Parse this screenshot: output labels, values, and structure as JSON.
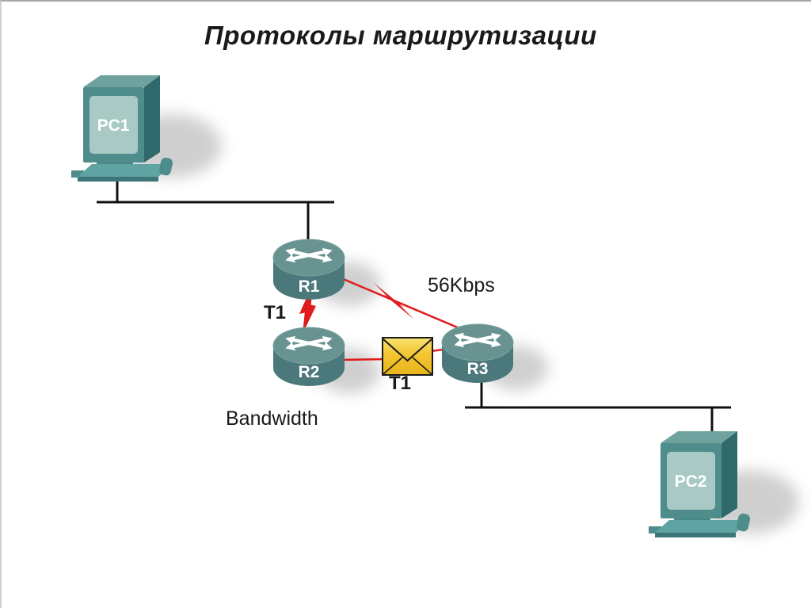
{
  "title": "Протоколы маршрутизации",
  "nodes": {
    "pc1": {
      "label": "PC1"
    },
    "pc2": {
      "label": "PC2"
    },
    "r1": {
      "label": "R1"
    },
    "r2": {
      "label": "R2"
    },
    "r3": {
      "label": "R3"
    }
  },
  "links": {
    "r1_r2_label": "T1",
    "r1_r3_label": "56Kbps",
    "r2_r3_label": "T1",
    "bandwidth_label": "Bandwidth"
  },
  "icons": {
    "router": "router-icon",
    "pc": "pc-icon",
    "envelope": "envelope-icon",
    "lightning": "lightning-bolt-icon"
  },
  "colors": {
    "text": "#1a1a1a",
    "line-black": "#111111",
    "link-red": "#e01b1b",
    "router-body": "#4b787a",
    "router-top": "#689391",
    "pc-body": "#4f8c8c",
    "pc-screen": "#a9c9c5",
    "envelope-gold": "#f2c530"
  }
}
